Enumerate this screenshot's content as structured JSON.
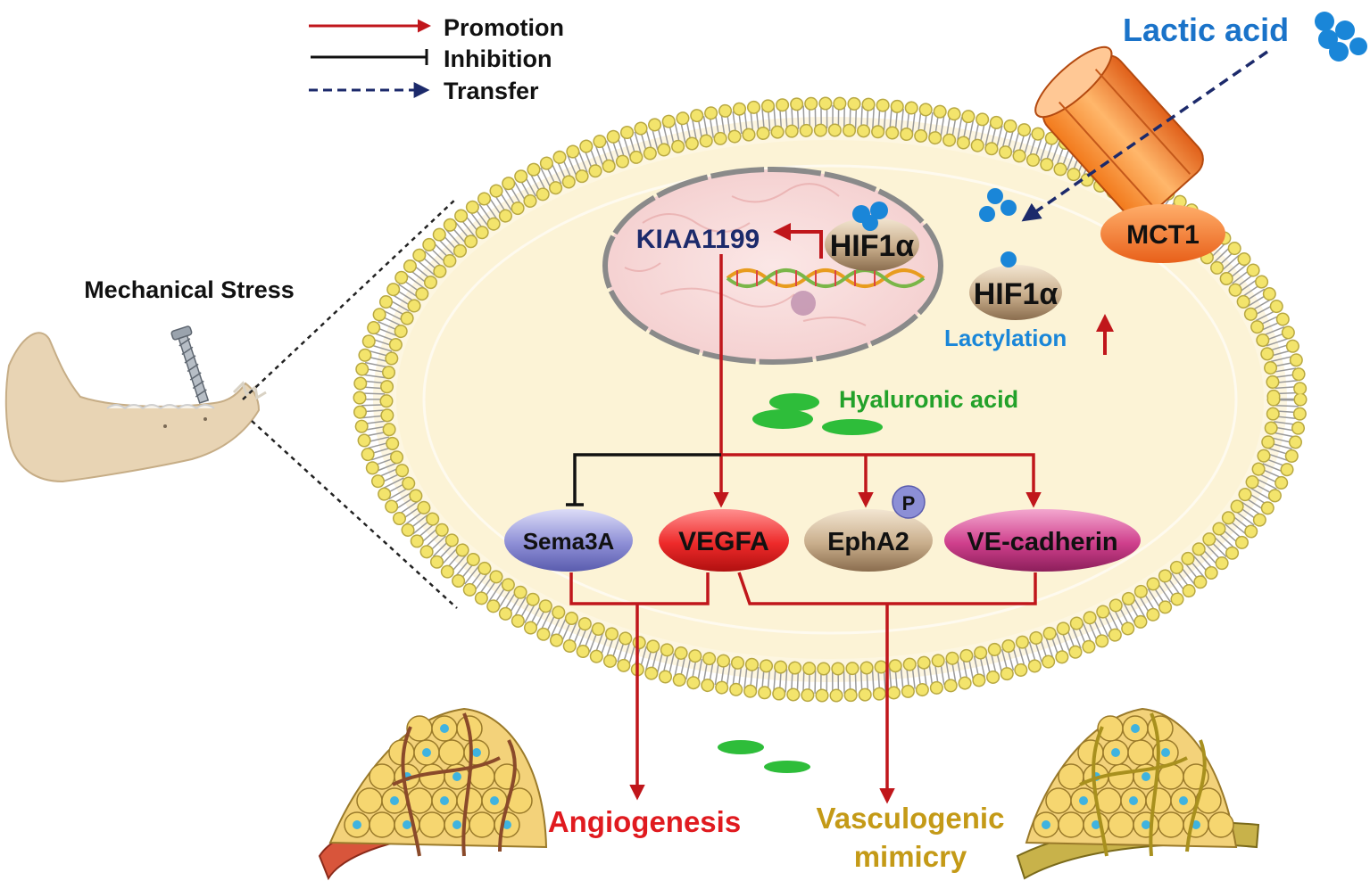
{
  "legend": {
    "promotion": "Promotion",
    "inhibition": "Inhibition",
    "transfer": "Transfer"
  },
  "labels": {
    "lactic_acid": "Lactic acid",
    "mct1": "MCT1",
    "hif1a_nucleus": "HIF1α",
    "hif1a_cytoplasm": "HIF1α",
    "kiaa1199": "KIAA1199",
    "lactylation": "Lactylation",
    "hyaluronic_acid": "Hyaluronic acid",
    "mechanical_stress": "Mechanical Stress",
    "phospho": "P",
    "sema3a": "Sema3A",
    "vegfa": "VEGFA",
    "epha2": "EphA2",
    "ve_cadherin": "VE-cadherin",
    "angiogenesis": "Angiogenesis",
    "vasculogenic_line1": "Vasculogenic",
    "vasculogenic_line2": "mimicry"
  },
  "colors": {
    "promotion": "#c0161b",
    "inhibition": "#111111",
    "transfer": "#1c2a6b",
    "lactic_acid": "#1a73c9",
    "hyaluronic": "#23a12a",
    "angiogenesis": "#e01a1f",
    "vasculogenic": "#c49a17",
    "cell_fill": "#fcf3d6",
    "lipid_head": "#f2e36b"
  },
  "icons": [
    "lactate-molecule-icon",
    "mct1-channel-icon",
    "dna-helix-icon",
    "mandible-icon",
    "screw-icon",
    "tumor-angiogenesis-icon",
    "tumor-vasculogenic-mimicry-icon"
  ]
}
